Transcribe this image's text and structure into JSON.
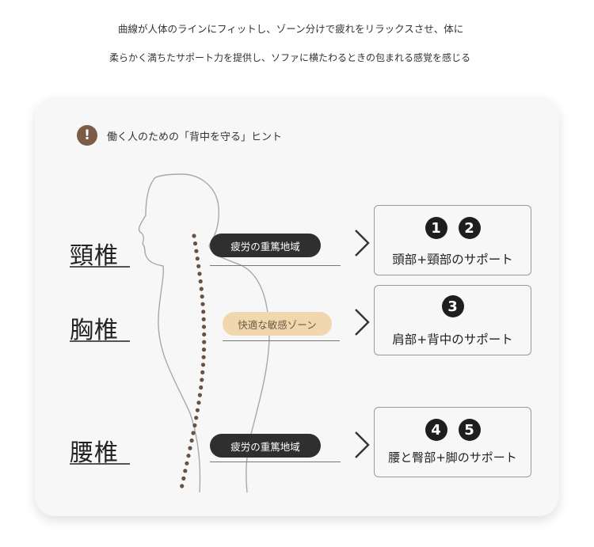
{
  "intro": {
    "line1": "曲線が人体のラインにフィットし、ゾーン分けで疲れをリラックスさせ、体に",
    "line2": "柔らかく満ちたサポート力を提供し、ソファに横たわるときの包まれる感覚を感じる"
  },
  "hint": {
    "icon": "exclamation-icon",
    "icon_glyph": "!",
    "text": "働く人のための「背中を守る」ヒント",
    "icon_color": "#7a5c47"
  },
  "regions": [
    {
      "label": "頸椎"
    },
    {
      "label": "胸椎"
    },
    {
      "label": "腰椎"
    }
  ],
  "pills": [
    {
      "label": "疲労の重篤地域",
      "color": "#2f2f2f"
    },
    {
      "label": "快適な敏感ゾーン",
      "color": "#f1d7ad"
    },
    {
      "label": "疲労の重篤地域",
      "color": "#2f2f2f"
    }
  ],
  "supports": [
    {
      "numbers": [
        "1",
        "2"
      ],
      "label": "頭部+頸部のサポート"
    },
    {
      "numbers": [
        "3"
      ],
      "label": "肩部+背中のサポート"
    },
    {
      "numbers": [
        "4",
        "5"
      ],
      "label": "腰と臀部+脚のサポート"
    }
  ],
  "colors": {
    "spine_dots": "#6b5040",
    "card_bg": "#f7f7f7"
  }
}
